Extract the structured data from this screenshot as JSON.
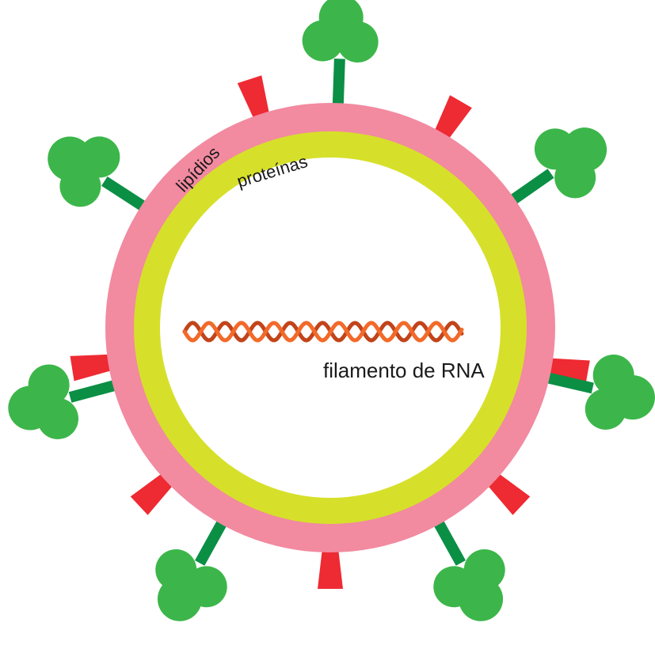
{
  "labels": {
    "lipids": "lipídios",
    "proteins": "proteínas",
    "rna": "filamento de RNA"
  },
  "colors": {
    "background": "#ffffff",
    "lipid_layer": "#f28aa0",
    "protein_layer": "#d6e02a",
    "core": "#ffffff",
    "spike_red": "#ee2a32",
    "stalk_green": "#0b8f45",
    "clover_green": "#3cb64a",
    "rna_orange": "#f26a2a",
    "rna_dark": "#c2441a"
  },
  "icons": {
    "spike": "red-spike-icon",
    "glycoprotein": "clover-glycoprotein-icon",
    "rna": "rna-helix-icon"
  }
}
